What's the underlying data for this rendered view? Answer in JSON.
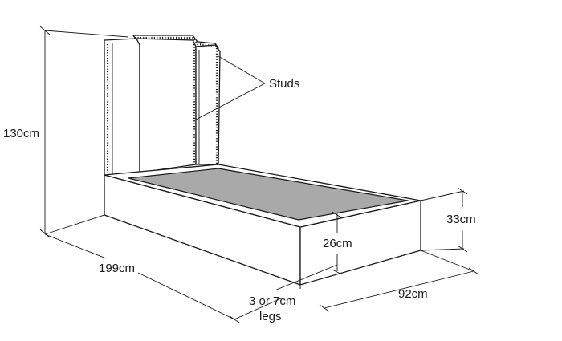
{
  "labels": {
    "height": "130cm",
    "length": "199cm",
    "width": "92cm",
    "base_height": "33cm",
    "platform_depth": "26cm",
    "legs_line1": "3 or 7cm",
    "legs_line2": "legs",
    "studs": "Studs"
  },
  "colors": {
    "line": "#1a1a1a",
    "platform": "#a9a9a9",
    "background": "#ffffff"
  }
}
